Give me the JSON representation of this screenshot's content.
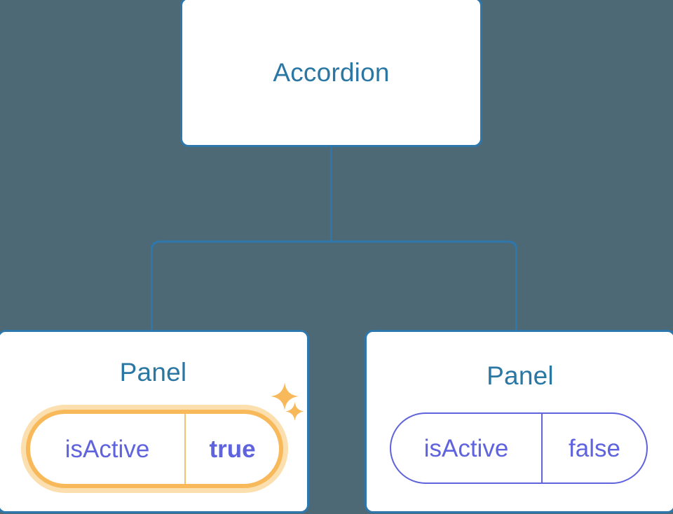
{
  "diagram": {
    "type": "component-tree",
    "background_color": "#4c6975",
    "edge_color": "#2e77ad",
    "root": {
      "title": "Accordion"
    },
    "children": [
      {
        "title": "Panel",
        "highlighted": true,
        "prop": {
          "key": "isActive",
          "value": "true"
        },
        "accent_color": "#f8b95a",
        "glow_color": "#fbdfaf",
        "sparkles": [
          "sparkle-large-icon",
          "sparkle-small-icon"
        ]
      },
      {
        "title": "Panel",
        "highlighted": false,
        "prop": {
          "key": "isActive",
          "value": "false"
        },
        "accent_color": "#5f63dd"
      }
    ],
    "title_color": "#2b77a4",
    "prop_text_color": "#5f63dd"
  }
}
